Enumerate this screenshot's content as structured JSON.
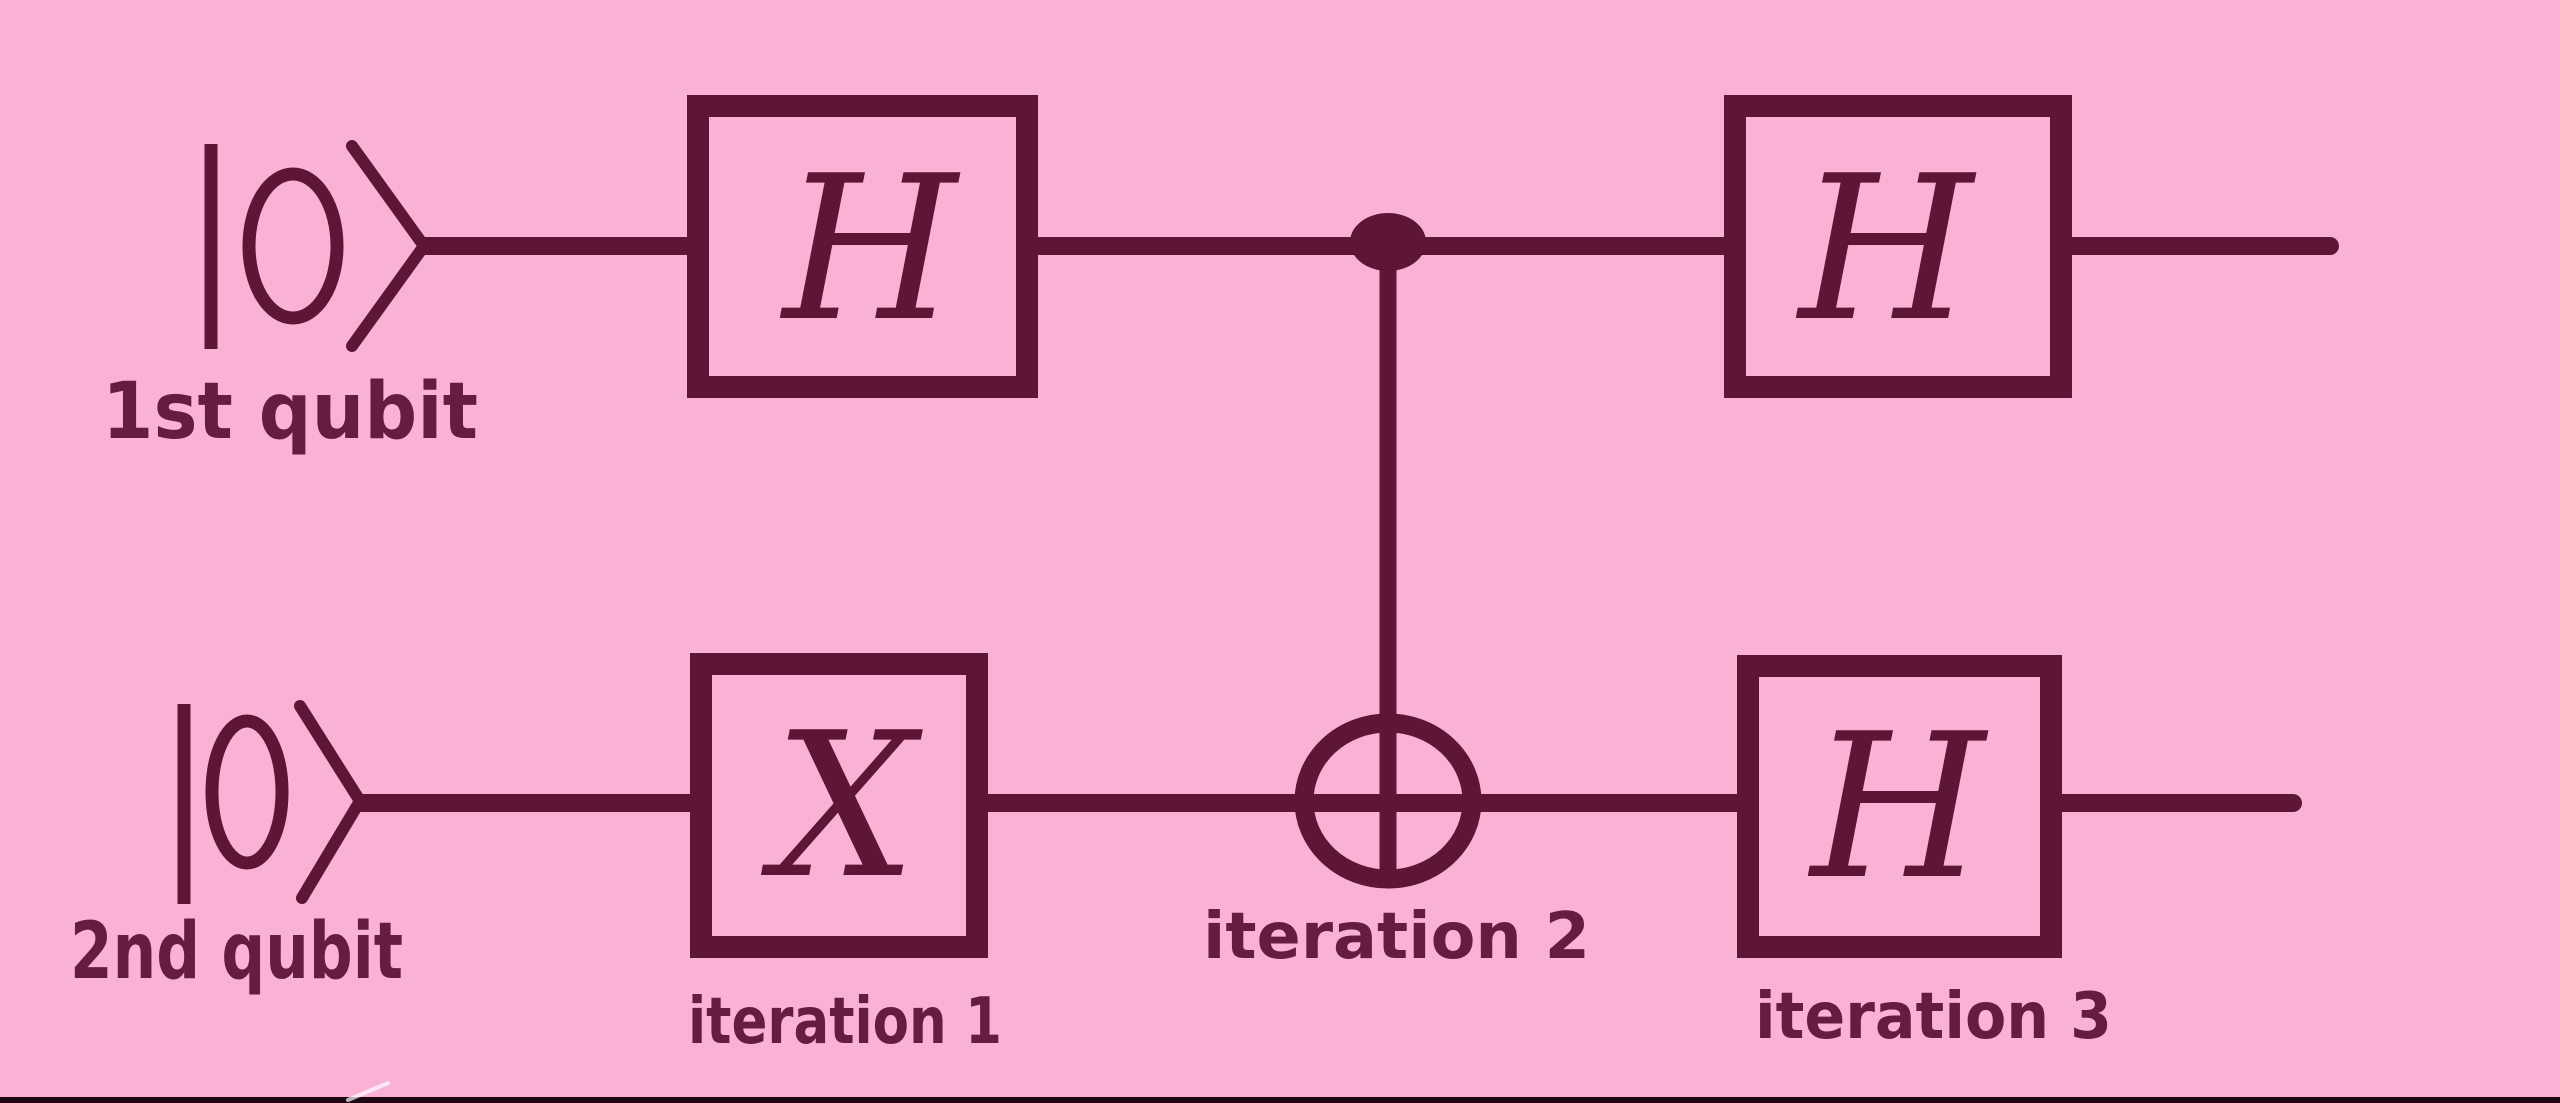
{
  "colors": {
    "bg": "#F9B1D6",
    "ink": "#5D1637",
    "label": "#661C40",
    "bar": "#1F0711",
    "artifact": "#FFFFFF"
  },
  "circuit": {
    "qubits": [
      {
        "state": "|0⟩",
        "label": "1st qubit"
      },
      {
        "state": "|0⟩",
        "label": "2nd qubit"
      }
    ],
    "gates": {
      "h1": "H",
      "x1": "X",
      "h2": "H",
      "h3": "H"
    },
    "cnot": {
      "control_symbol": "●",
      "target_symbol": "⊕"
    },
    "annotations": {
      "iteration1": "iteration 1",
      "iteration2": "iteration 2",
      "iteration3": "iteration 3"
    }
  }
}
